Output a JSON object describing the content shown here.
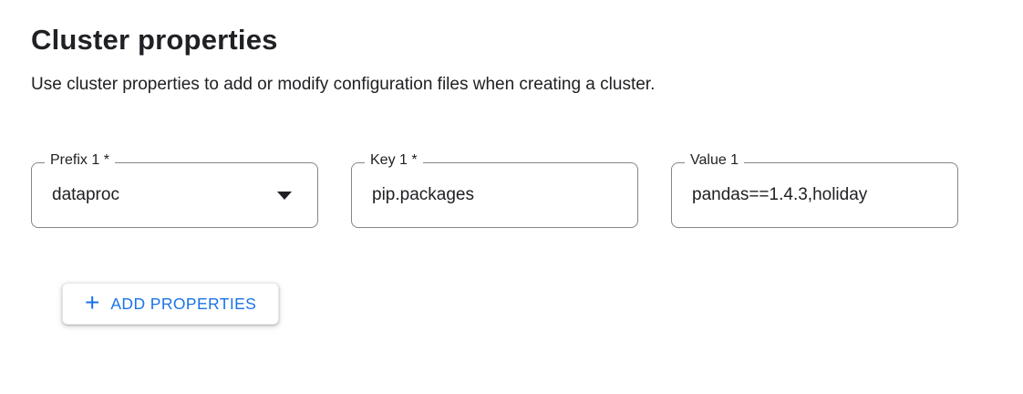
{
  "page": {
    "title": "Cluster properties",
    "description": "Use cluster properties to add or modify configuration files when creating a cluster."
  },
  "fields": [
    {
      "label": "Prefix 1 *",
      "value": "dataproc",
      "type": "select"
    },
    {
      "label": "Key 1 *",
      "value": "pip.packages",
      "type": "text"
    },
    {
      "label": "Value 1",
      "value": "pandas==1.4.3,holiday",
      "type": "text"
    }
  ],
  "buttons": {
    "add_properties": {
      "icon": "+",
      "label": "ADD PROPERTIES"
    }
  },
  "colors": {
    "accent": "#1a73e8",
    "text": "#202124",
    "field_border": "#80868b"
  }
}
